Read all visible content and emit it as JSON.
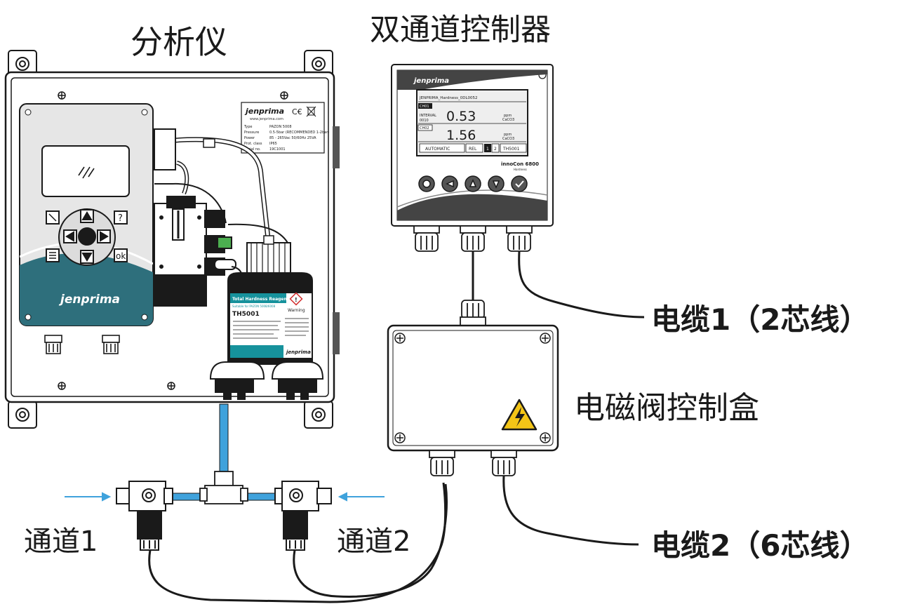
{
  "labels": {
    "analyzer": "分析仪",
    "controller": "双通道控制器",
    "valve_box": "电磁阀控制盒",
    "channel1": "通道1",
    "channel2": "通道2",
    "cable1": "电缆1（2芯线）",
    "cable2": "电缆2（6芯线）"
  },
  "analyzer": {
    "brand": "jenprima",
    "nameplate": {
      "brand": "jenprima",
      "website": "www.jenprima.com",
      "rows": [
        {
          "k": "Type",
          "v": "PAZON 5008"
        },
        {
          "k": "Pressure",
          "v": "0.5-5bar (RECOMMENDED 1-2bar)"
        },
        {
          "k": "Power",
          "v": "85 - 265Vac 50/60Hz 25VA"
        },
        {
          "k": "Prot. class",
          "v": "IP65"
        },
        {
          "k": "Serial no.",
          "v": "19C1001"
        }
      ]
    },
    "keypad": {
      "ok": "ok",
      "help": "?"
    }
  },
  "reagent": {
    "title": "Total Hardness Reagent",
    "subtitle": "Suitable for PAZON 5008/6008",
    "code": "TH5001",
    "warning": "Warning",
    "brand": "jenprima"
  },
  "controller": {
    "brand": "jenprima",
    "model": "innoCon 6800",
    "model_sub": "Hardness",
    "screen": {
      "header": "JENPRIMA_Hardness_0DL0052",
      "ch1_tag": "CH01",
      "interval_label": "INTERVAL",
      "interval_value": "0010",
      "value1": "0.53",
      "unit1_top": "ppm",
      "unit1_bot": "CaCO3",
      "ch2_tag": "CH02",
      "value2": "1.56",
      "unit2_top": "ppm",
      "unit2_bot": "CaCO3",
      "mode": "AUTOMATIC",
      "rel": "REL",
      "rel1": "1",
      "rel2": "2",
      "product": "TH5001"
    }
  },
  "colors": {
    "line": "#1a1a1a",
    "water_pipe": "#3fa2dc",
    "analyzer_teal": "#2e6f7c",
    "warning_yellow": "#f3c517",
    "lcd_bg": "#eeeeee"
  }
}
